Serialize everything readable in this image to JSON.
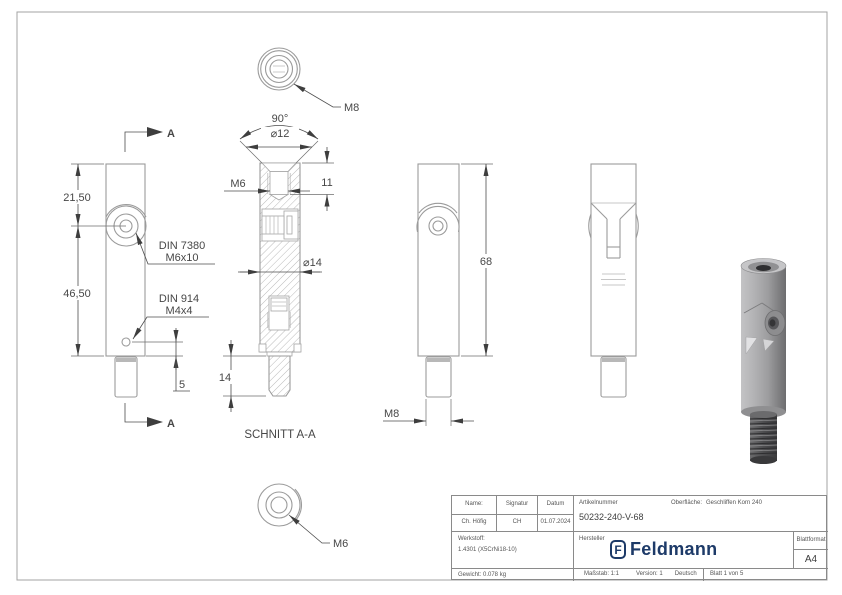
{
  "drawing": {
    "section_marker": "A",
    "top_view": {
      "callout": "M8"
    },
    "bottom_view": {
      "callout": "M6"
    },
    "front_view": {
      "dim_top": "21,50",
      "dim_bottom": "46,50",
      "dim_offset": "5",
      "din1_line1": "DIN 7380",
      "din1_line2": "M6x10",
      "din2_line1": "DIN 914",
      "din2_line2": "M4x4"
    },
    "section_view": {
      "title": "SCHNITT A-A",
      "angle": "90°",
      "dia_top": "⌀12",
      "thread": "M6",
      "depth": "11",
      "dia_body": "⌀14",
      "stud_length": "14"
    },
    "rear_view": {
      "height": "68",
      "stud_thread": "M8"
    }
  },
  "title_block": {
    "name_label": "Name:",
    "signature_label": "Signatur",
    "date_label": "Datum",
    "name": "Ch. Höfig",
    "signature": "CH",
    "date": "01.07.2024",
    "article_label": "Artikelnummer",
    "article_number": "50232-240-V-68",
    "surface_label": "Oberfläche:",
    "surface": "Geschliffen Korn 240",
    "material_label": "Werkstoff:",
    "material": "1.4301 (X5CrNi18-10)",
    "manufacturer_label": "Hersteller",
    "brand_initial": "F",
    "brand": "Feldmann",
    "sheet_format_label": "Blattformat",
    "sheet_format": "A4",
    "weight": "Gewicht: 0.078 kg",
    "scale": "Maßstab: 1:1",
    "version": "Version: 1",
    "language": "Deutsch",
    "sheet": "Blatt 1 von 5"
  },
  "colors": {
    "part_line": "#9b9b9b",
    "dimension": "#4d4d4d",
    "brand_blue": "#1d3a68",
    "render_gray": "#a3a3a5"
  }
}
